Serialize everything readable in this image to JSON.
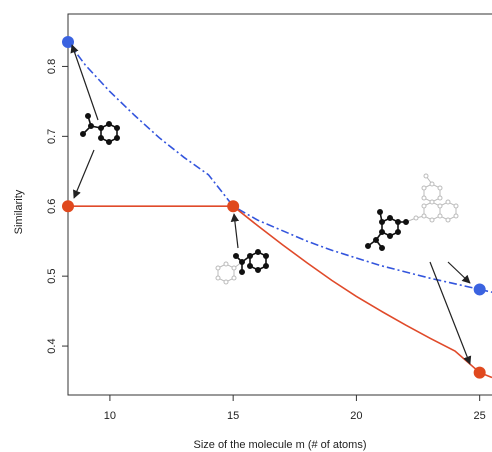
{
  "chart_data": {
    "type": "line",
    "xlabel": "Size of the molecule m (# of atoms)",
    "ylabel": "Similarity",
    "xlim": [
      8.3,
      25.5
    ],
    "ylim": [
      0.33,
      0.875
    ],
    "x_ticks": [
      10,
      15,
      20,
      25
    ],
    "y_ticks": [
      0.4,
      0.5,
      0.6,
      0.7,
      0.8
    ],
    "grid": false,
    "legend": "none",
    "series": [
      {
        "style": "dash-dot",
        "color": "#3355dd",
        "x": [
          8.3,
          9,
          10,
          11,
          12,
          13,
          14,
          15,
          16,
          17,
          18,
          19,
          20,
          21,
          22,
          23,
          24,
          25,
          25.5
        ],
        "y": [
          0.835,
          0.802,
          0.764,
          0.73,
          0.698,
          0.67,
          0.645,
          0.6,
          0.58,
          0.565,
          0.55,
          0.537,
          0.526,
          0.515,
          0.506,
          0.497,
          0.489,
          0.481,
          0.477
        ],
        "markers": [
          {
            "x": 8.3,
            "y": 0.835
          },
          {
            "x": 25,
            "y": 0.481
          }
        ]
      },
      {
        "style": "solid",
        "color": "#e04a2a",
        "x": [
          8.3,
          9,
          10,
          11,
          12,
          13,
          14,
          15,
          16,
          17,
          18,
          19,
          20,
          21,
          22,
          23,
          24,
          25,
          25.5
        ],
        "y": [
          0.6,
          0.6,
          0.6,
          0.6,
          0.6,
          0.6,
          0.6,
          0.6,
          0.572,
          0.545,
          0.519,
          0.494,
          0.471,
          0.45,
          0.43,
          0.411,
          0.393,
          0.362,
          0.355
        ],
        "markers": [
          {
            "x": 8.3,
            "y": 0.6
          },
          {
            "x": 15,
            "y": 0.6
          },
          {
            "x": 25,
            "y": 0.362
          }
        ]
      }
    ]
  },
  "colors": {
    "marker_blue": "#3b63e0",
    "marker_red": "#e0491e",
    "arrow": "#222222",
    "molecule": "#111111",
    "molecule_light": "#bbbbbb"
  }
}
